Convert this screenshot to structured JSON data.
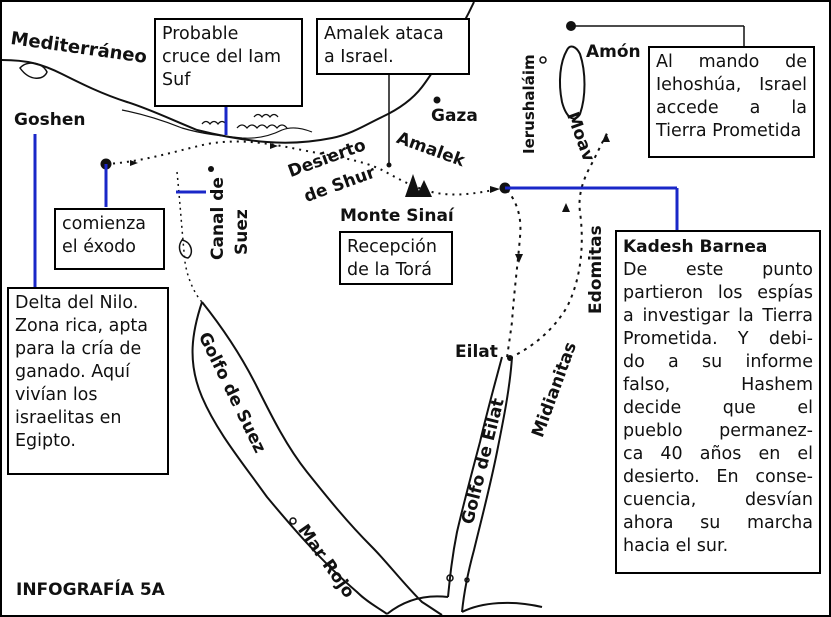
{
  "colors": {
    "ink": "#111111",
    "connector": "#1a27c8",
    "land": "#ffffff"
  },
  "icons": [
    "mountain-icon",
    "city-dot-icon"
  ],
  "labels": {
    "mediterraneo": "Mediterráneo",
    "goshen": "Goshen",
    "gaza": "Gaza",
    "amalek": "Amalek",
    "desierto_shur": [
      "Desierto",
      "de Shur"
    ],
    "monte_sinai": "Monte Sinaí",
    "canal_suez": [
      "Canal de",
      "Suez"
    ],
    "ierushalaim": "Ierushaláim",
    "amon": "Amón",
    "moav": "Moav",
    "edomitas": "Edomitas",
    "midianitas": "Midianitas",
    "eilat": "Eilat",
    "golfo_eilat": "Golfo de Eilat",
    "golfo_suez": "Golfo de Suez",
    "mar_rojo": "Mar Rojo",
    "infografia": "INFOGRAFÍA 5A"
  },
  "callouts": {
    "cruce": [
      "Probable",
      "cruce del Iam",
      "Suf"
    ],
    "amalek_ataca": [
      "Amalek ataca",
      "a Israel."
    ],
    "mando": [
      "Al mando de",
      "Iehoshúa, Israel",
      "accede a la",
      "Tierra Prometida"
    ],
    "exodo": [
      "comienza",
      "el éxodo"
    ],
    "tora": [
      "Recepción",
      "de la Torá"
    ],
    "delta": [
      "Delta del Nilo.",
      "Zona rica, apta",
      "para la cría de",
      "ganado. Aquí",
      "vivían los",
      "israelitas en",
      "Egipto."
    ],
    "kadesh": {
      "title": "Kadesh Barnea",
      "lines": [
        "De este punto",
        "partieron los espías",
        "a investigar la Tierra",
        "Prometida. Y debi-",
        "do a su informe",
        "falso, Hashem",
        "decide que el",
        "pueblo permanez-",
        "ca 40 años en el",
        "desierto. En conse-",
        "cuencia, desvían",
        "ahora su marcha",
        "hacia el sur."
      ]
    }
  }
}
